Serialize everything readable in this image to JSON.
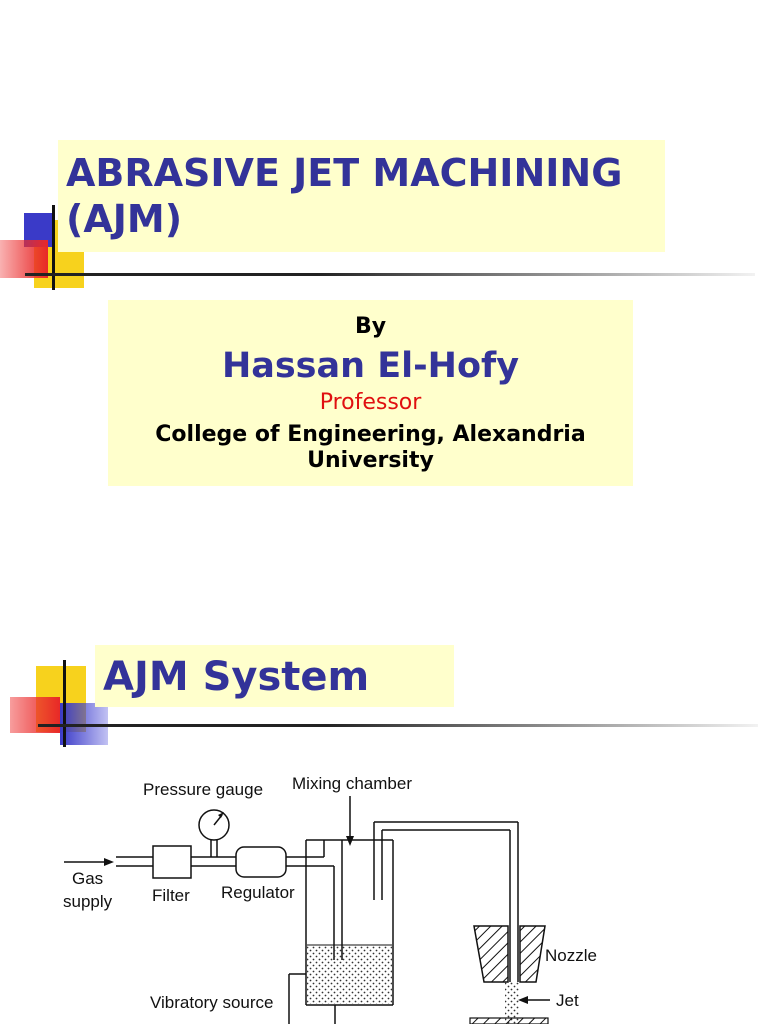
{
  "slide1": {
    "title": "ABRASIVE JET MACHINING (AJM)",
    "by": "By",
    "author": "Hassan El-Hofy",
    "role": "Professor",
    "affiliation": "College of Engineering, Alexandria University"
  },
  "slide2": {
    "title": "AJM  System",
    "diagram_labels": {
      "pressure_gauge": "Pressure gauge",
      "mixing_chamber": "Mixing chamber",
      "gas": "Gas",
      "supply": "supply",
      "filter": "Filter",
      "regulator": "Regulator",
      "nozzle": "Nozzle",
      "jet": "Jet",
      "vibratory_source": "Vibratory source"
    }
  },
  "colors": {
    "title_blue": "#333399",
    "box_yellow": "#ffffcc",
    "accent_red": "#e01010"
  }
}
